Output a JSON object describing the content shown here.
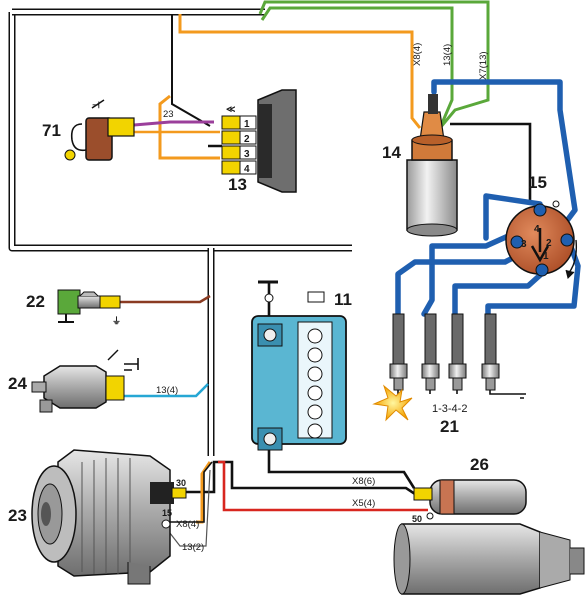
{
  "labels": {
    "c71": "71",
    "c13": "13",
    "c14": "14",
    "c15": "15",
    "c22": "22",
    "c11": "11",
    "c24": "24",
    "c21": "21",
    "c23": "23",
    "c26": "26"
  },
  "wires": {
    "x8_4_top": "X8(4)",
    "w13_4_top": "13(4)",
    "x7_13": "X7(13)",
    "w23": "23",
    "w13_4": "13(4)",
    "x8_6": "X8(6)",
    "x5_4": "X5(4)",
    "x8_4_gen": "X8(4)",
    "w13_2": "13(2)"
  },
  "connector13_pins": [
    "1",
    "2",
    "3",
    "4"
  ],
  "distributor_pins": [
    "1",
    "2",
    "3",
    "4"
  ],
  "terminals": {
    "t30": "30",
    "t15": "15",
    "t50": "50"
  },
  "firing_order": "1-3-4-2",
  "colors": {
    "blue_hv": "#1f5fb0",
    "orange": "#f39a1e",
    "green": "#5aa83a",
    "red": "#d8261f",
    "brown": "#8a3b22",
    "purple": "#9b3f9b",
    "cyan": "#26a7d4",
    "battery": "#4fb3cf",
    "coil": "#d07a3a",
    "distributor": "#c8643a",
    "yellow_connector": "#f2d400"
  }
}
